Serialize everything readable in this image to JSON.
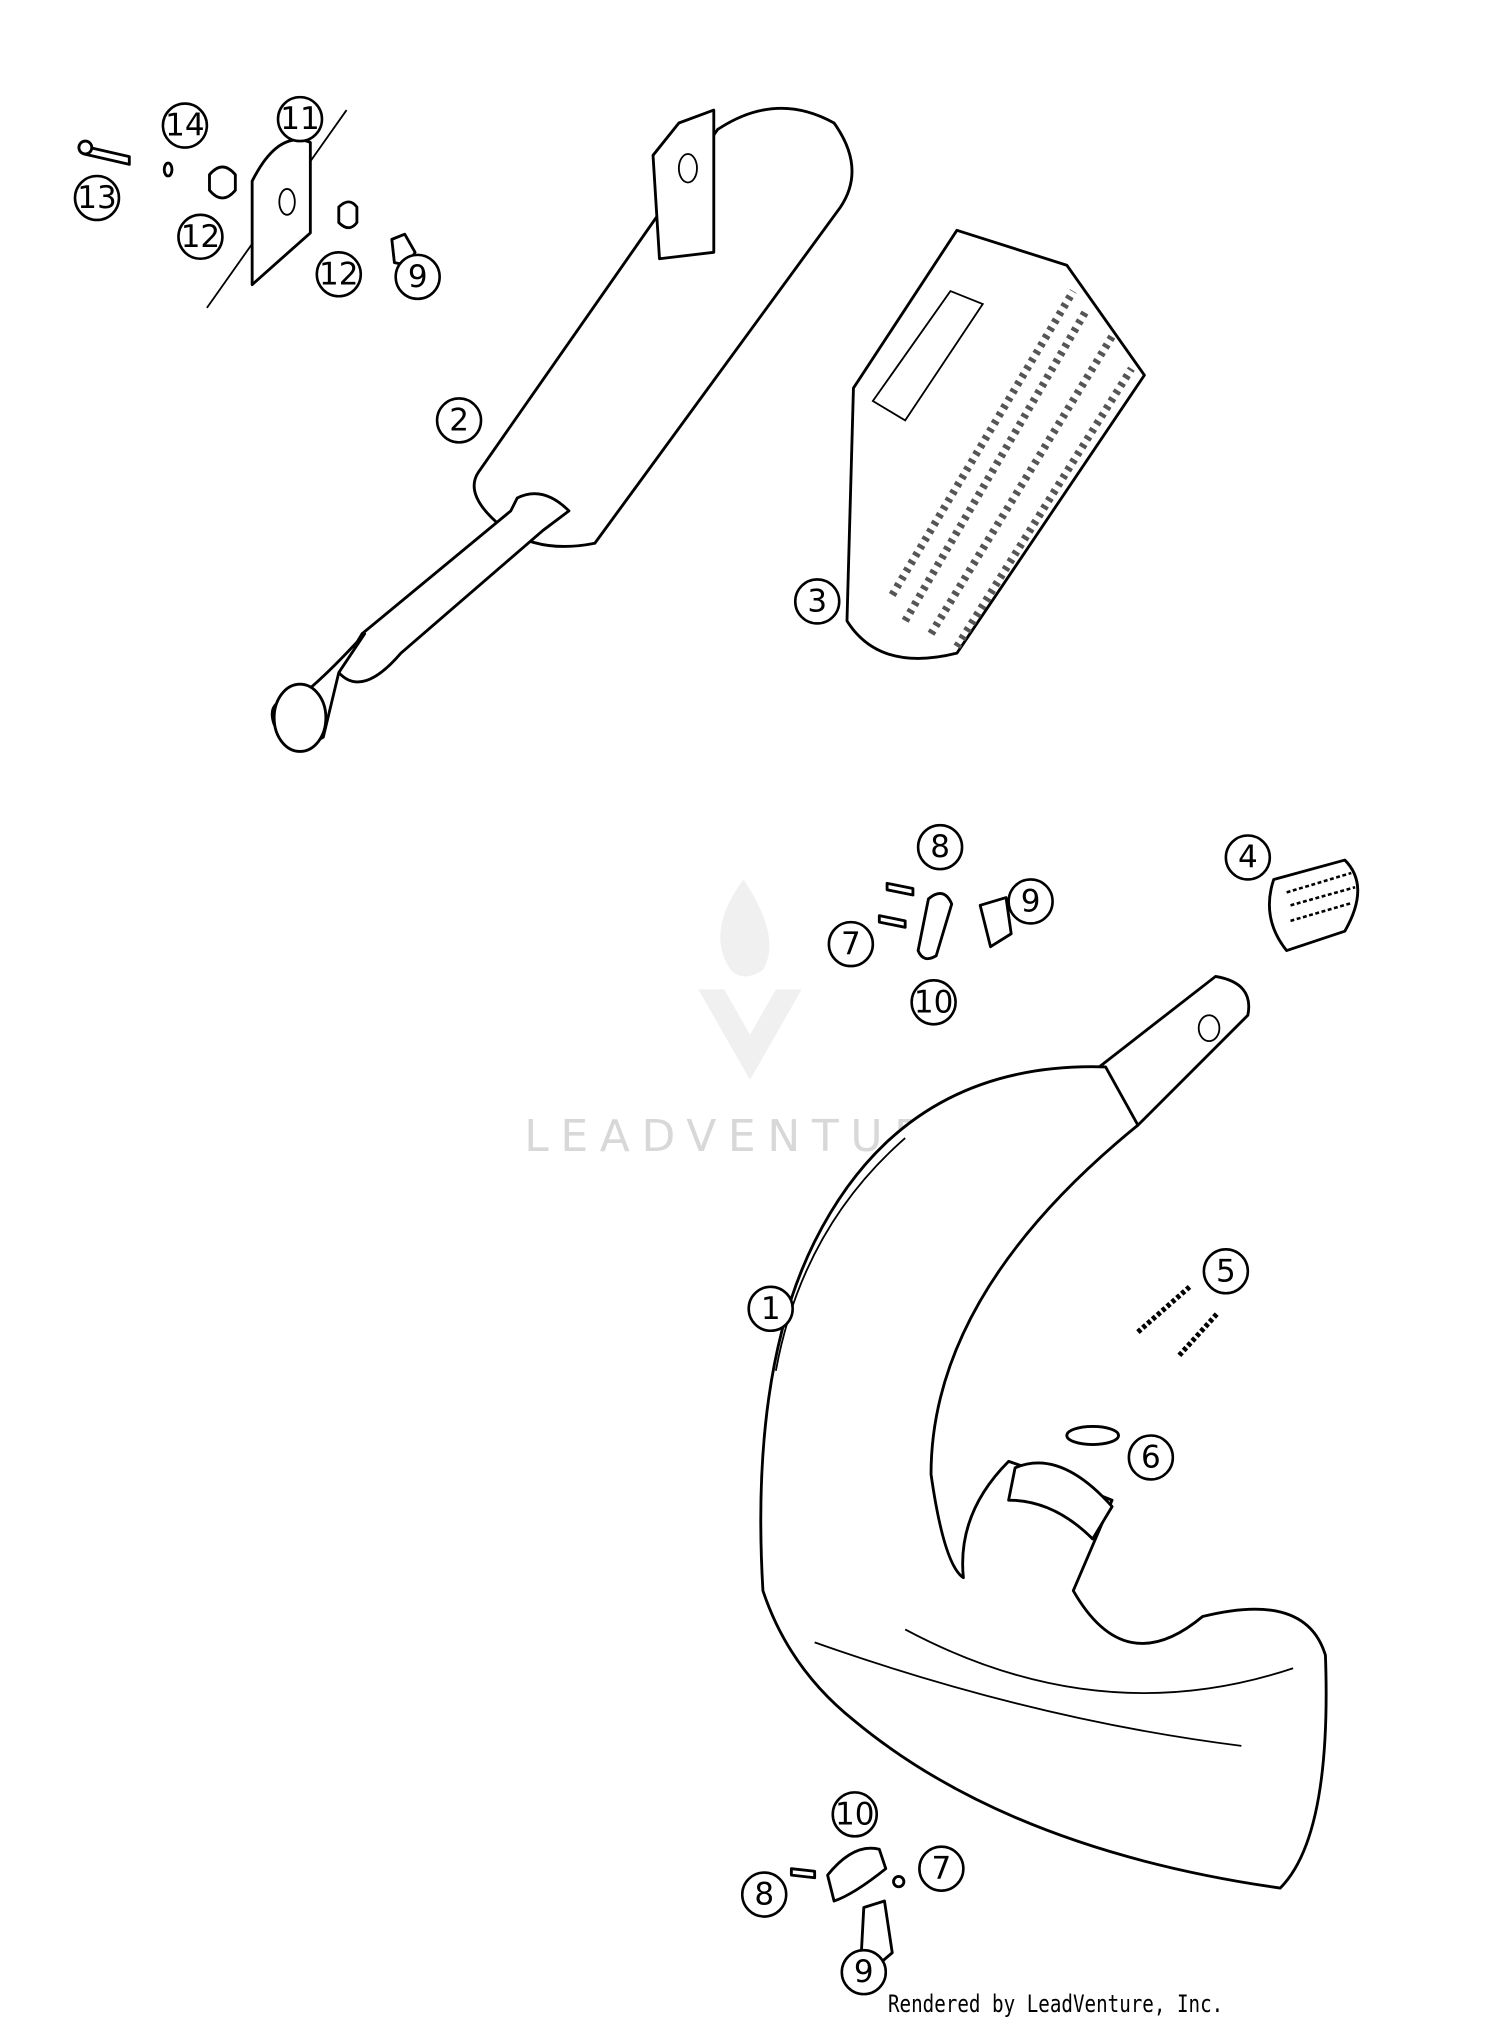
{
  "diagram": {
    "callouts": {
      "c13": "13",
      "c14": "14",
      "c11": "11",
      "c12a": "12",
      "c12b": "12",
      "c9a": "9",
      "c2": "2",
      "c3": "3",
      "c8a": "8",
      "c9b": "9",
      "c7a": "7",
      "c10a": "10",
      "c4": "4",
      "c5": "5",
      "c1": "1",
      "c6": "6",
      "c10b": "10",
      "c7b": "7",
      "c8b": "8",
      "c9c": "9"
    },
    "watermark": "LEADVENTURE",
    "footer": "Rendered by LeadVenture, Inc."
  }
}
